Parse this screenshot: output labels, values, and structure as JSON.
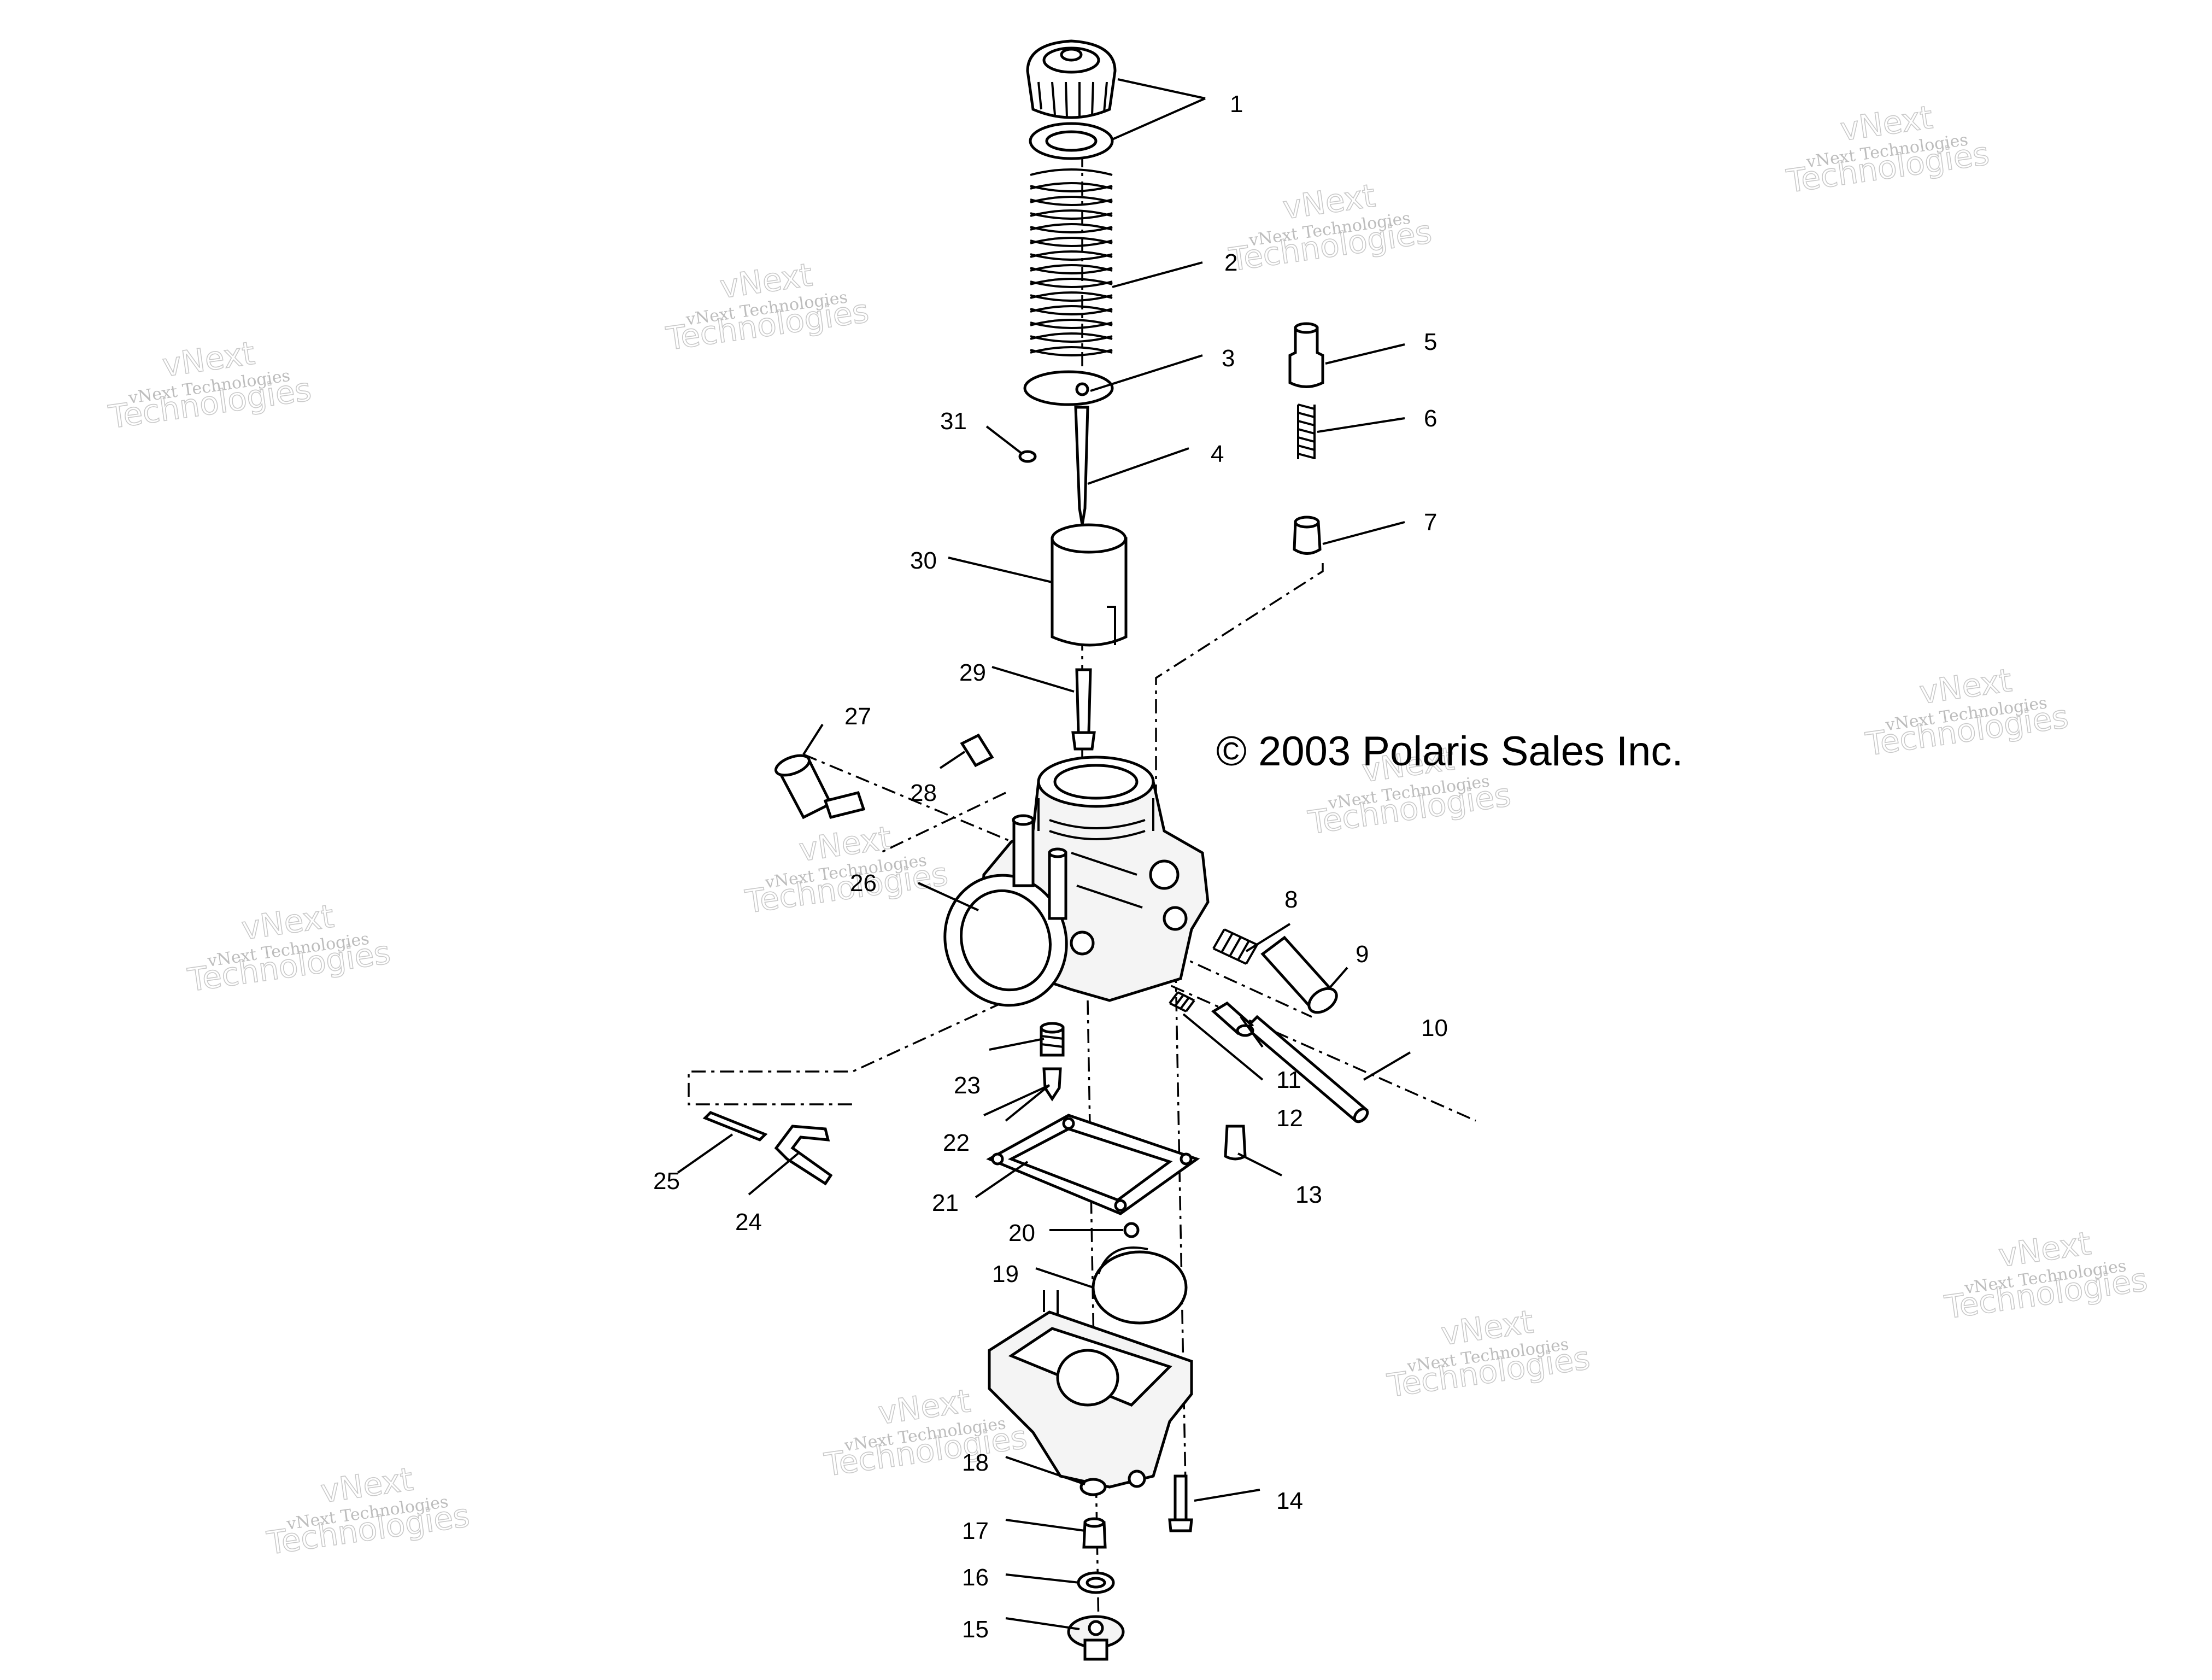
{
  "copyright": "© 2003 Polaris Sales Inc.",
  "watermark": {
    "line1": "vNext Technologies",
    "line2": "vNext",
    "line3": "Technologies"
  },
  "callouts": [
    "1",
    "2",
    "3",
    "4",
    "5",
    "6",
    "7",
    "8",
    "9",
    "10",
    "11",
    "12",
    "13",
    "14",
    "15",
    "16",
    "17",
    "18",
    "19",
    "20",
    "21",
    "22",
    "23",
    "24",
    "25",
    "26",
    "27",
    "28",
    "29",
    "30",
    "31"
  ]
}
